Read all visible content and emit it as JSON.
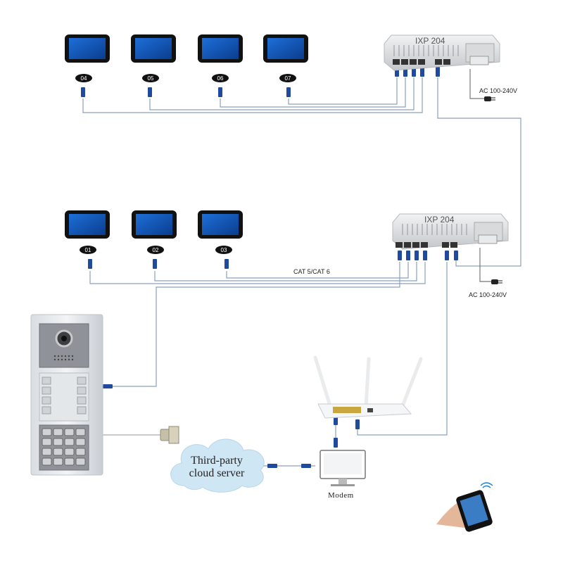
{
  "switches": [
    {
      "model": "IXP 204"
    },
    {
      "model": "IXP 204"
    }
  ],
  "monitors_top": [
    "04",
    "05",
    "06",
    "07"
  ],
  "monitors_bottom": [
    "01",
    "02",
    "03"
  ],
  "labels": {
    "power_top": "AC 100-240V",
    "power_bottom": "AC 100-240V",
    "cable": "CAT 5/CAT 6",
    "cloud_line1": "Third-party",
    "cloud_line2": "cloud server",
    "modem": "Modem"
  },
  "colors": {
    "cable": "#8aa0bd",
    "connector": "#1f4aa0",
    "badge": "#111111"
  }
}
